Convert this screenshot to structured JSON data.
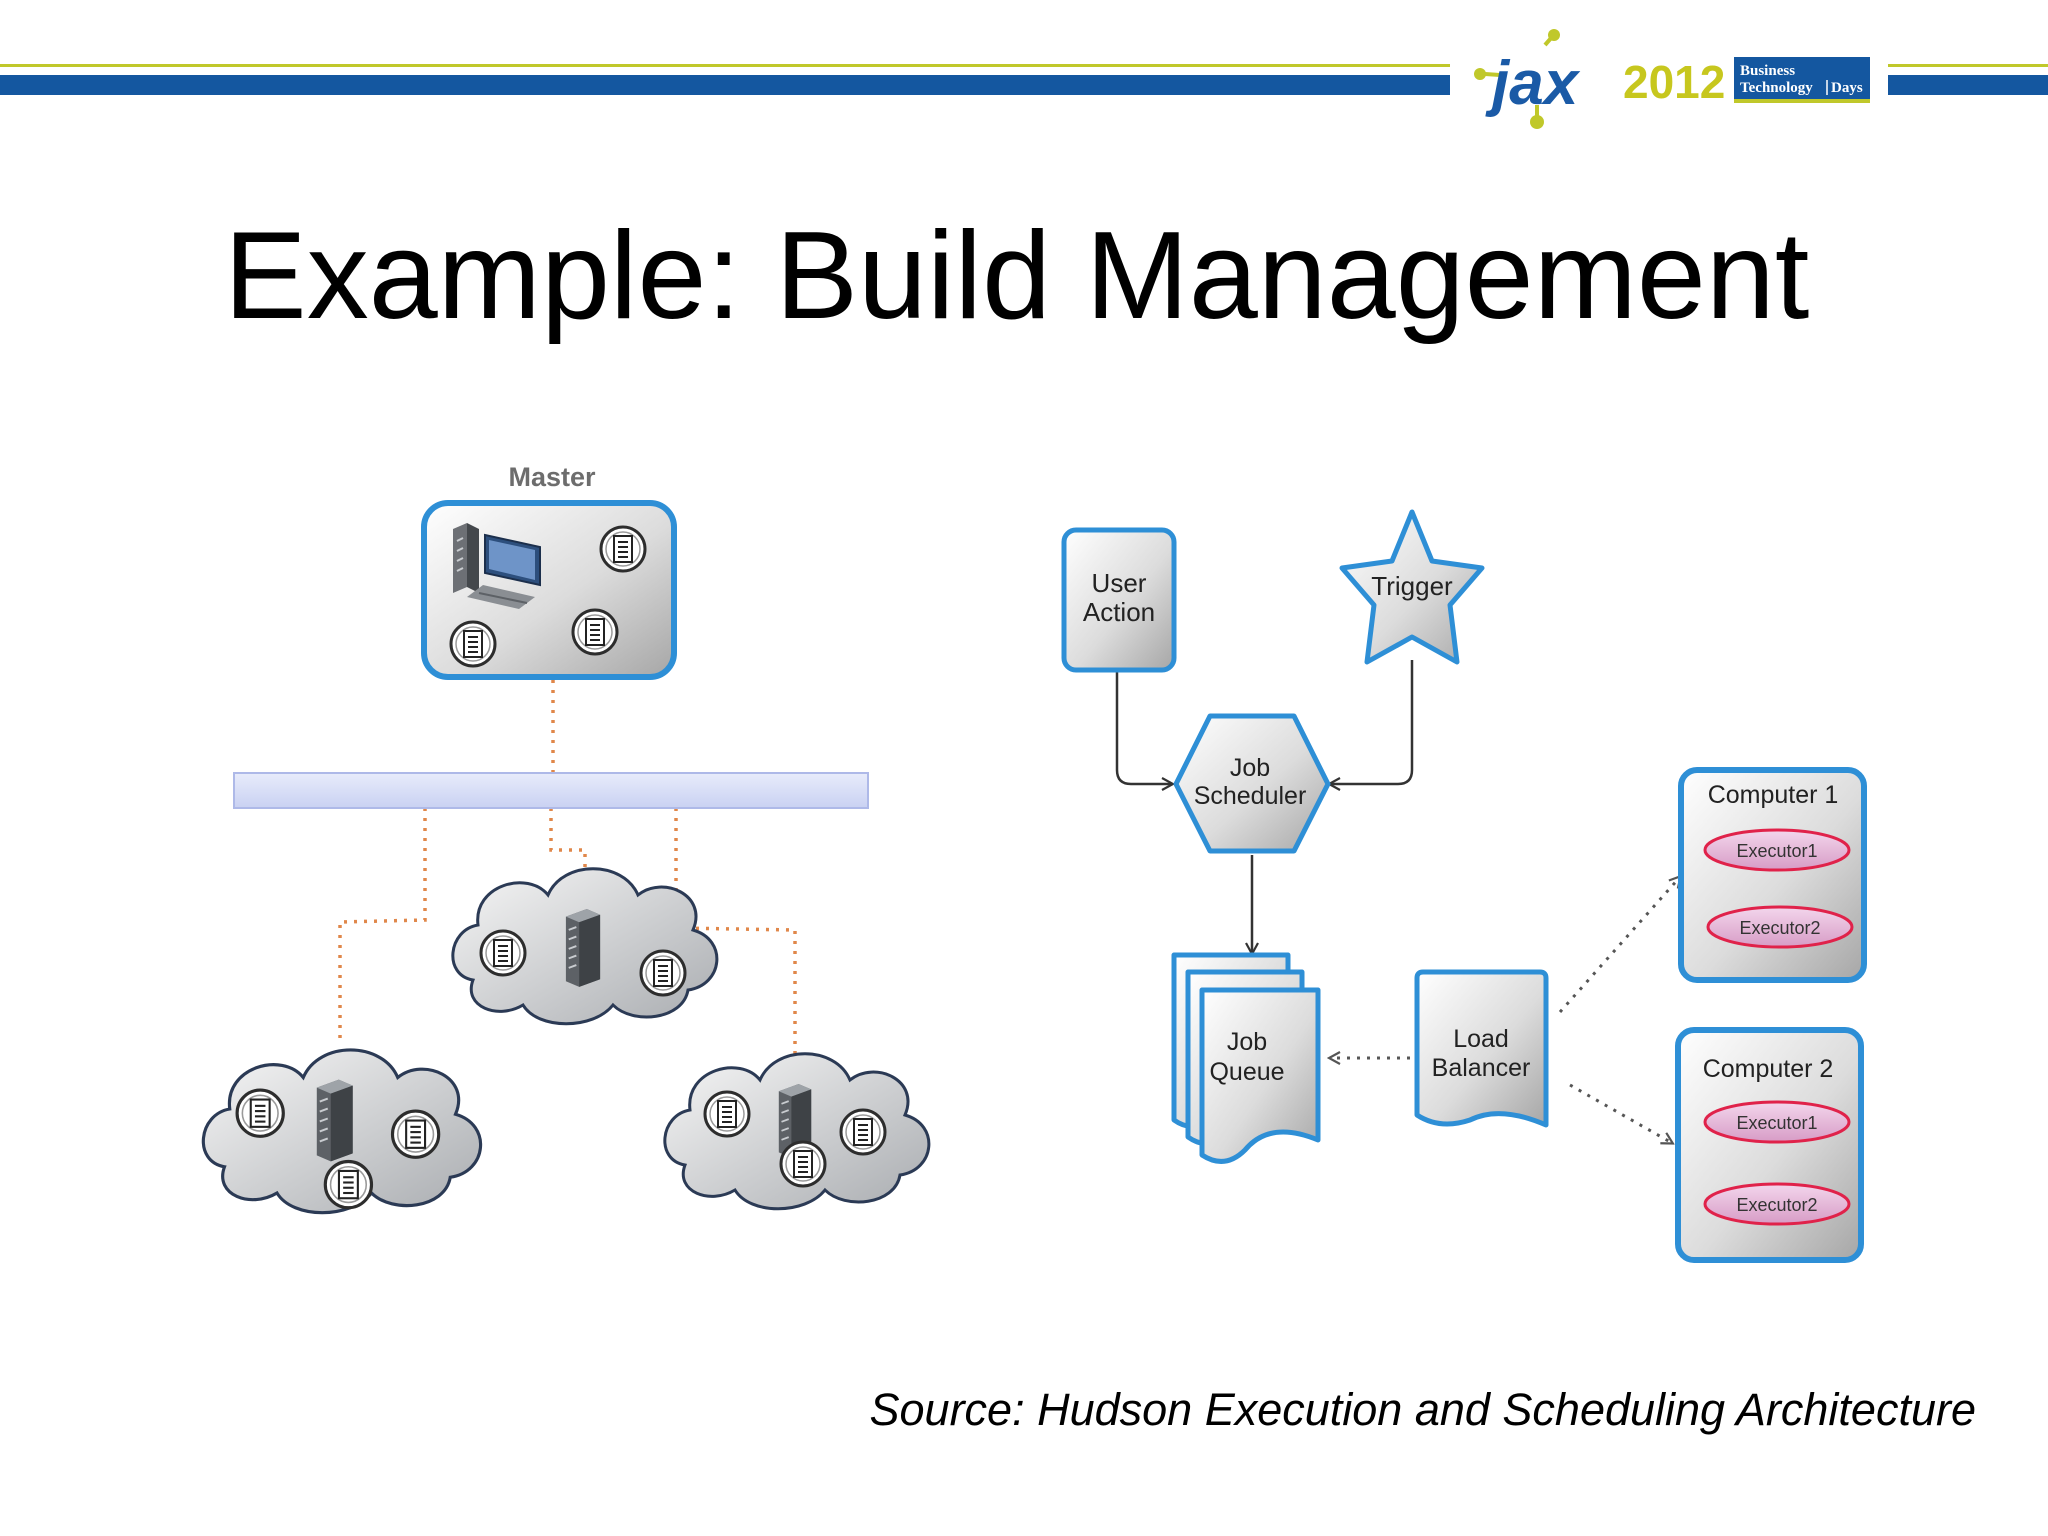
{
  "header": {
    "logo_main": "jax",
    "logo_year": "2012",
    "tag_line1": "Business",
    "tag_line2": "Technology",
    "tag_line3": "Days"
  },
  "slide": {
    "title": "Example: Build Management",
    "source": "Source: Hudson Execution and Scheduling Architecture"
  },
  "left_diagram": {
    "master_label": "Master"
  },
  "right_diagram": {
    "user_action": [
      "User",
      "Action"
    ],
    "trigger": "Trigger",
    "job_scheduler": [
      "Job",
      "Scheduler"
    ],
    "job_queue": [
      "Job",
      "Queue"
    ],
    "load_balancer": [
      "Load",
      "Balancer"
    ],
    "computer1": {
      "label": "Computer 1",
      "executors": [
        "Executor1",
        "Executor2"
      ]
    },
    "computer2": {
      "label": "Computer 2",
      "executors": [
        "Executor1",
        "Executor2"
      ]
    }
  },
  "colors": {
    "brand_blue": "#1457a0",
    "brand_green": "#c0c82a",
    "node_border": "#2e8fd6",
    "dotted_orange": "#e0874a",
    "executor_pink": "#d986c6"
  },
  "icons": [
    "document-icon",
    "server-icon",
    "computer-icon",
    "cloud-icon",
    "star-icon"
  ]
}
